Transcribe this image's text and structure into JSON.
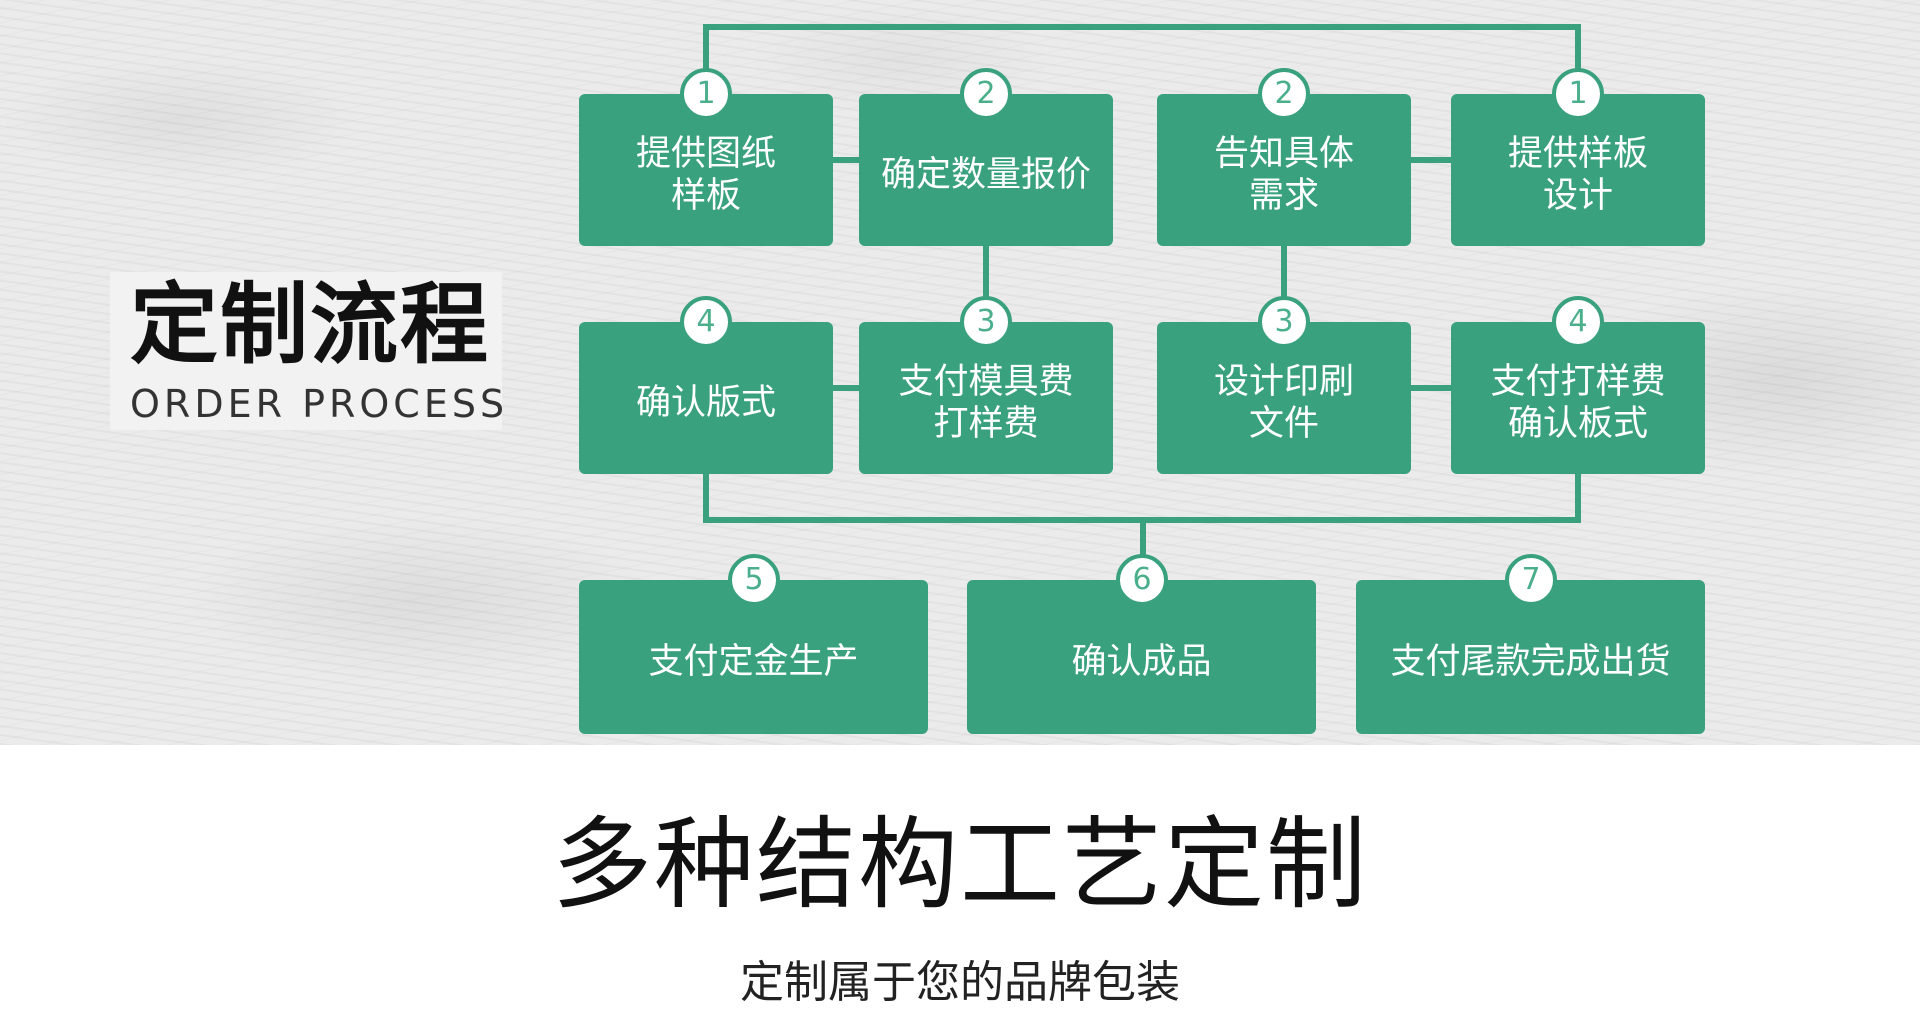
{
  "header": {
    "title": "定制流程",
    "subtitle": "ORDER PROCESS"
  },
  "left_flow": {
    "row1": [
      {
        "step": "1",
        "label": "提供图纸\n样板"
      },
      {
        "step": "2",
        "label": "确定数量报价"
      }
    ],
    "row2": [
      {
        "step": "4",
        "label": "确认版式"
      },
      {
        "step": "3",
        "label": "支付模具费\n打样费"
      }
    ]
  },
  "right_flow": {
    "row1": [
      {
        "step": "2",
        "label": "告知具体\n需求"
      },
      {
        "step": "1",
        "label": "提供样板\n设计"
      }
    ],
    "row2": [
      {
        "step": "3",
        "label": "设计印刷\n文件"
      },
      {
        "step": "4",
        "label": "支付打样费\n确认板式"
      }
    ]
  },
  "final_steps": [
    {
      "step": "5",
      "label": "支付定金生产"
    },
    {
      "step": "6",
      "label": "确认成品"
    },
    {
      "step": "7",
      "label": "支付尾款完成出货"
    }
  ],
  "footer": {
    "title": "多种结构工艺定制",
    "subtitle": "定制属于您的品牌包装"
  },
  "colors": {
    "box": "#3aa17e",
    "line": "#3aa17e",
    "badge_text": "#4caf8c"
  }
}
